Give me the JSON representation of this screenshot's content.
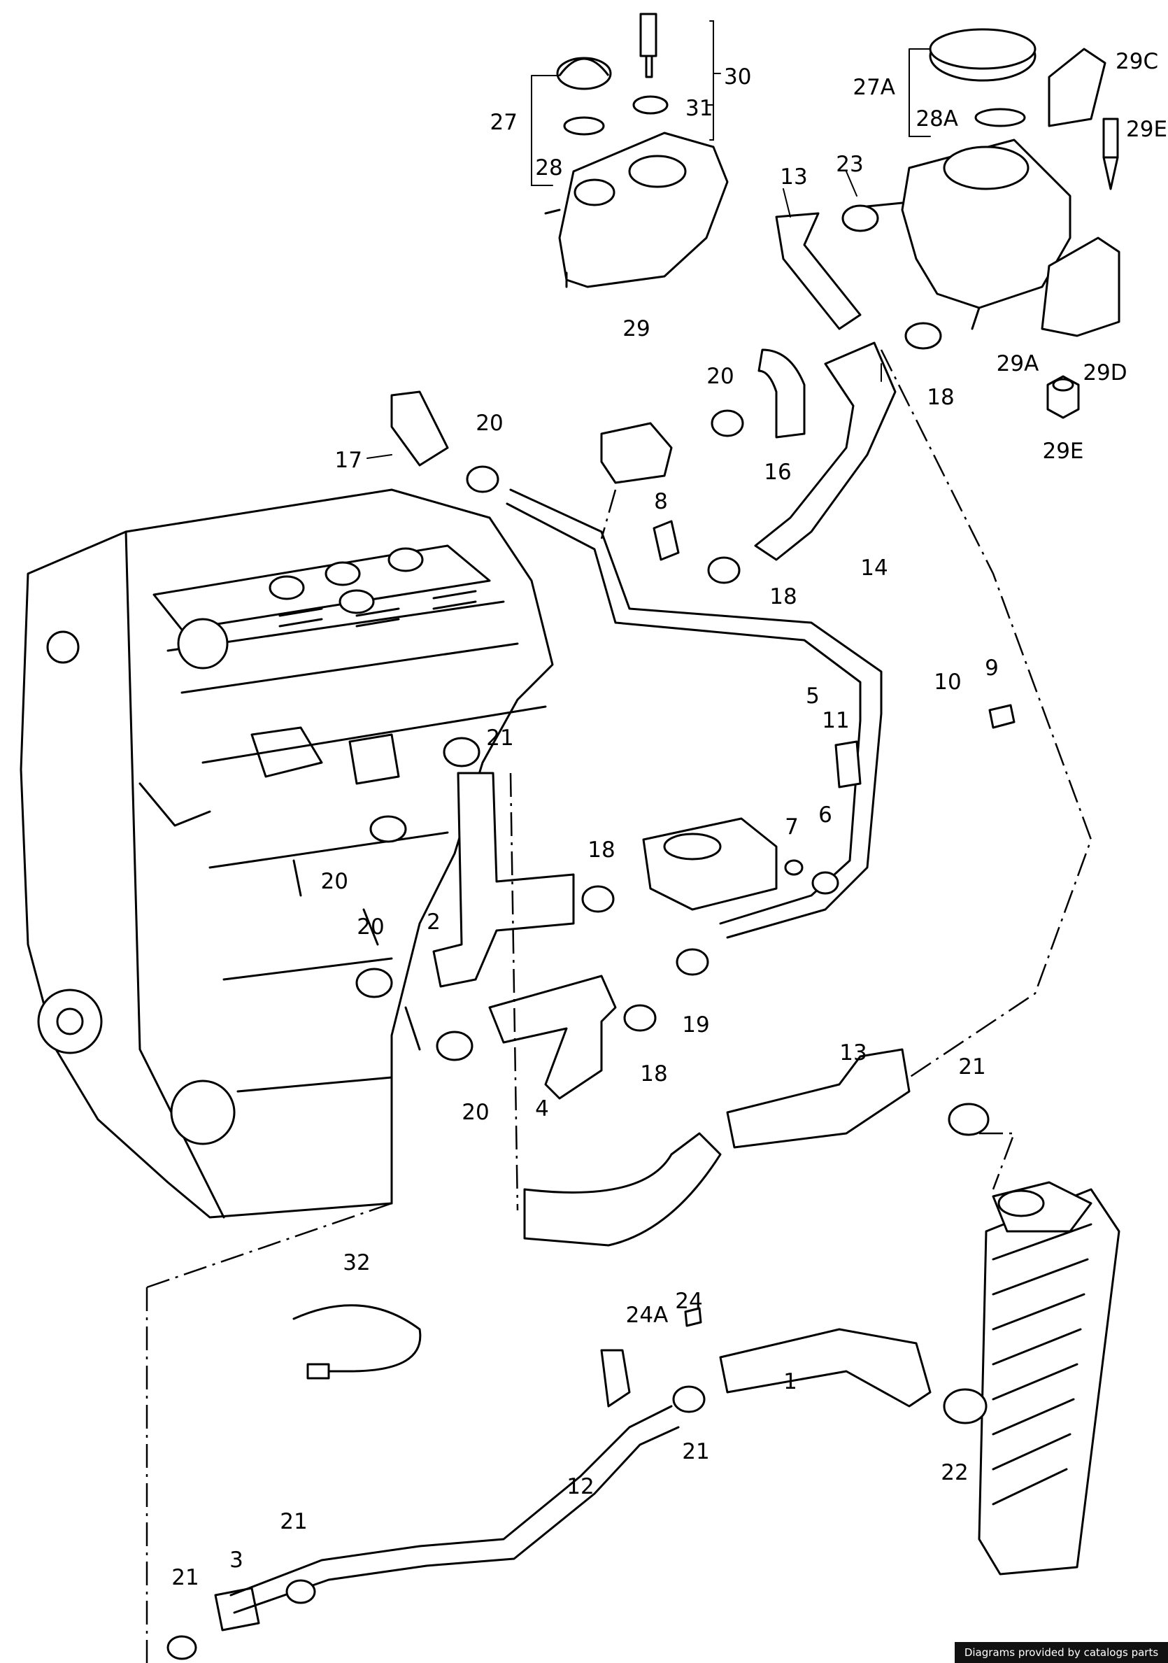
{
  "labels": {
    "l1": "1",
    "l2": "2",
    "l3": "3",
    "l4": "4",
    "l5": "5",
    "l6": "6",
    "l7": "7",
    "l8": "8",
    "l9": "9",
    "l10": "10",
    "l11": "11",
    "l12": "12",
    "l13a": "13",
    "l13b": "13",
    "l14": "14",
    "l16": "16",
    "l17": "17",
    "l18a": "18",
    "l18b": "18",
    "l18c": "18",
    "l18d": "18",
    "l19": "19",
    "l20a": "20",
    "l20b": "20",
    "l20c": "20",
    "l20d": "20",
    "l20e": "20",
    "l21a": "21",
    "l21b": "21",
    "l21c": "21",
    "l21d": "21",
    "l21e": "21",
    "l22": "22",
    "l23": "23",
    "l24": "24",
    "l24A": "24A",
    "l27": "27",
    "l27A": "27A",
    "l28": "28",
    "l28A": "28A",
    "l29": "29",
    "l29A": "29A",
    "l29C": "29C",
    "l29D": "29D",
    "l29E1": "29E",
    "l29E2": "29E",
    "l30": "30",
    "l31": "31",
    "l32": "32"
  },
  "credit": "Diagrams provided by catalogs parts"
}
